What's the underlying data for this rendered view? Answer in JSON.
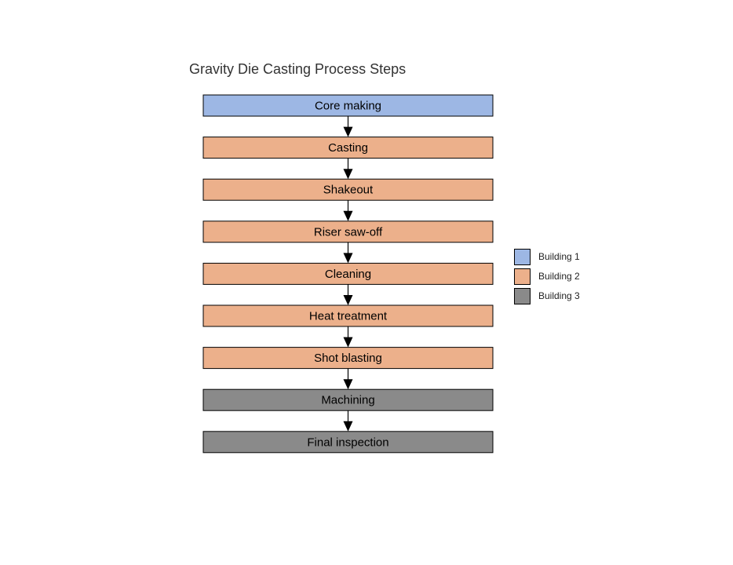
{
  "title": "Gravity Die Casting Process Steps",
  "colors": {
    "building1": "#9db7e4",
    "building2": "#ecb08b",
    "building3": "#8a8a8a",
    "stroke": "#000000"
  },
  "steps": [
    {
      "label": "Core making",
      "building": "building1"
    },
    {
      "label": "Casting",
      "building": "building2"
    },
    {
      "label": "Shakeout",
      "building": "building2"
    },
    {
      "label": "Riser saw-off",
      "building": "building2"
    },
    {
      "label": "Cleaning",
      "building": "building2"
    },
    {
      "label": "Heat treatment",
      "building": "building2"
    },
    {
      "label": "Shot blasting",
      "building": "building2"
    },
    {
      "label": "Machining",
      "building": "building3"
    },
    {
      "label": "Final inspection",
      "building": "building3"
    }
  ],
  "legend": [
    {
      "label": "Building 1",
      "building": "building1"
    },
    {
      "label": "Building 2",
      "building": "building2"
    },
    {
      "label": "Building 3",
      "building": "building3"
    }
  ]
}
